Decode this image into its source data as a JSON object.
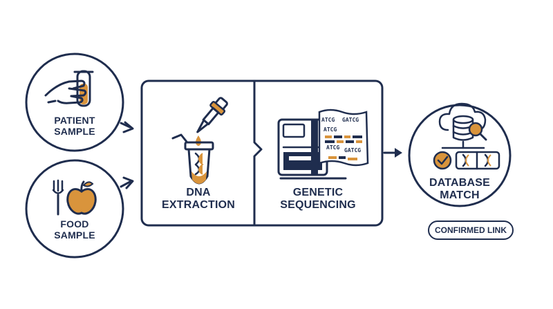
{
  "colors": {
    "navy": "#1f2d4e",
    "orange": "#d9943c",
    "background": "#ffffff"
  },
  "inputs": {
    "patient": {
      "line1": "PATIENT",
      "line2": "SAMPLE",
      "icon": "hand-holding-test-tube-icon"
    },
    "food": {
      "line1": "FOOD",
      "line2": "SAMPLE",
      "icon": "fork-and-apple-icon"
    }
  },
  "process": {
    "extraction": {
      "line1": "DNA",
      "line2": "EXTRACTION",
      "icon": "pipette-and-tube-icon"
    },
    "sequencing": {
      "line1": "GENETIC",
      "line2": "SEQUENCING",
      "icon": "sequencer-machine-icon",
      "read_lines": [
        "ATCG",
        "GATCG",
        "ATCG",
        "ATCG",
        "GATCG"
      ]
    }
  },
  "result": {
    "line1": "DATABASE",
    "line2": "MATCH",
    "icon": "cloud-database-search-icon",
    "badge": "CONFIRMED LINK"
  }
}
